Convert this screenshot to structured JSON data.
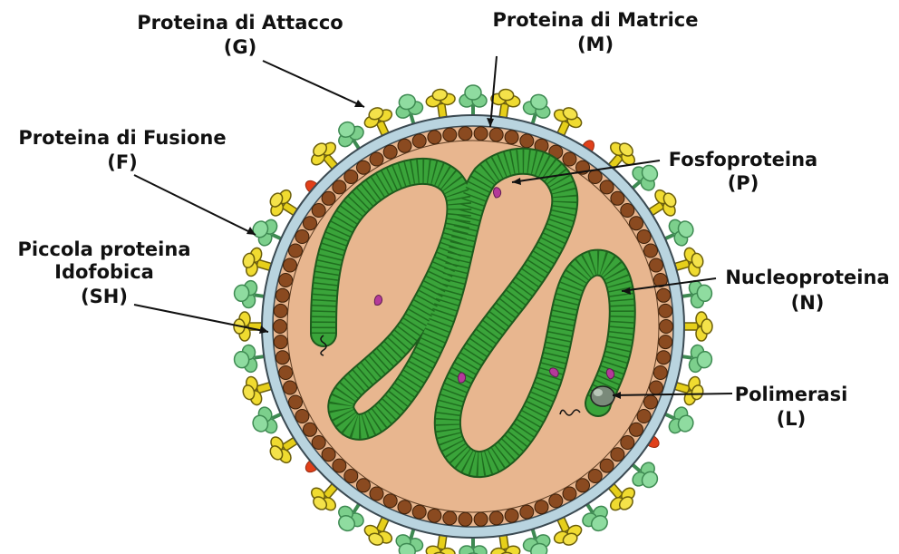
{
  "labels": {
    "attachment": {
      "name": "Proteina di Attacco",
      "code": "(G)"
    },
    "matrix": {
      "name": "Proteina di Matrice",
      "code": "(M)"
    },
    "fusion": {
      "name": "Proteina di Fusione",
      "code": "(F)"
    },
    "phospho": {
      "name": "Fosfoproteina",
      "code": "(P)"
    },
    "small_hydrophobic": {
      "line1": "Piccola proteina",
      "line2": "Idofobica",
      "code": "(SH)"
    },
    "nucleo": {
      "name": "Nucleoproteina",
      "code": "(N)"
    },
    "polymerase": {
      "name": "Polimerasi",
      "code": "(L)"
    }
  },
  "colors": {
    "interior": "#e8b68f",
    "membrane": "#b9d4df",
    "matrix_bead": "#8a4a20",
    "nucleocapsid": "#3aa43a",
    "glycoprotein_G": "#7ccf8c",
    "fusion_F": "#e6cf1a",
    "sh_protein": "#e0401a",
    "phosphoprotein": "#b43a9a",
    "polymerase": "#7a8a7a"
  }
}
